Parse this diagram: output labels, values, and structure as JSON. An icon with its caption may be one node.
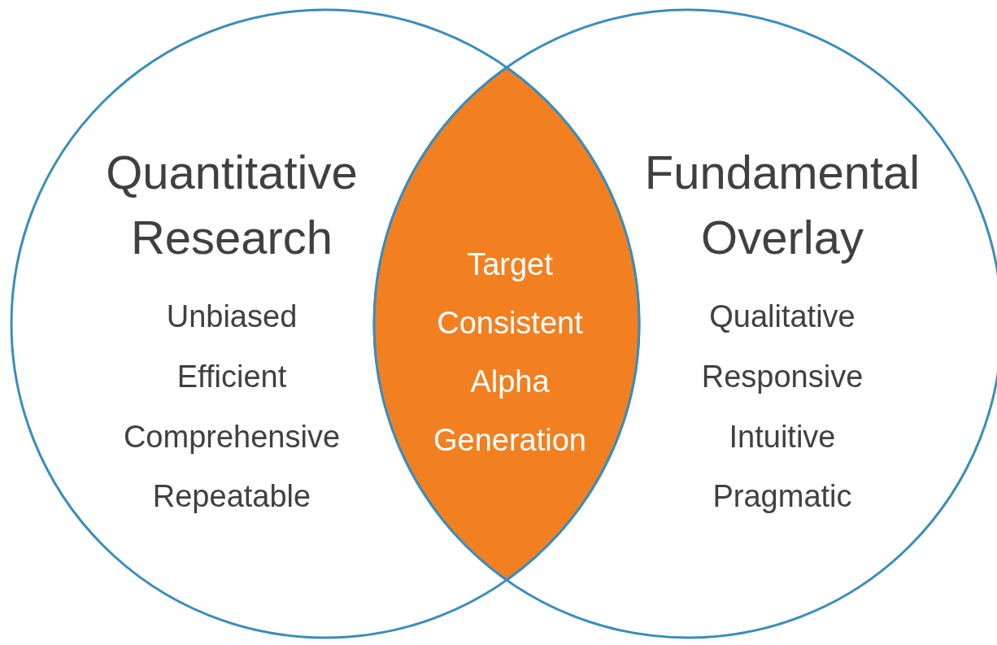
{
  "diagram": {
    "nodes": [
      {
        "text": [
          "Quantitative Research",
          "Unbiased",
          "Efficient",
          "Comprehensive",
          "Repeatable"
        ]
      },
      {
        "text": [
          "Fundamental Overlay",
          "Qualitative",
          "Responsive",
          "Intuitive",
          "Pragmatic"
        ]
      },
      {
        "text": [
          "Target Consistent Alpha Generation"
        ]
      }
    ]
  }
}
